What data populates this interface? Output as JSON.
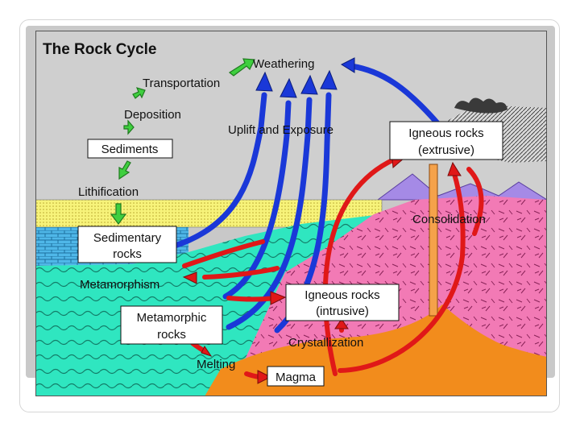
{
  "title": "The Rock Cycle",
  "labels": {
    "weathering": "Weathering",
    "transportation": "Transportation",
    "deposition": "Deposition",
    "uplift": "Uplift and Exposure",
    "sediments": "Sediments",
    "igneous_extrusive_1": "Igneous rocks",
    "igneous_extrusive_2": "(extrusive)",
    "lithification": "Lithification",
    "consolidation": "Consolidation",
    "sedimentary_1": "Sedimentary",
    "sedimentary_2": "rocks",
    "metamorphism": "Metamorphism",
    "igneous_intrusive_1": "Igneous rocks",
    "igneous_intrusive_2": "(intrusive)",
    "metamorphic_1": "Metamorphic",
    "metamorphic_2": "rocks",
    "crystallization": "Crystallization",
    "melting": "Melting",
    "magma": "Magma"
  },
  "colors": {
    "sky": "#c8c8c8",
    "sediment_yellow": "#f7f37a",
    "brick_blue": "#4fb7e8",
    "sea_green": "#2fe6c0",
    "igneous_pink": "#f27ab5",
    "mountain_purple": "#a58ae6",
    "magma_orange": "#f28c1c",
    "arrow_green": "#3fcf3f",
    "arrow_blue": "#1a38d8",
    "arrow_red": "#e01818"
  }
}
